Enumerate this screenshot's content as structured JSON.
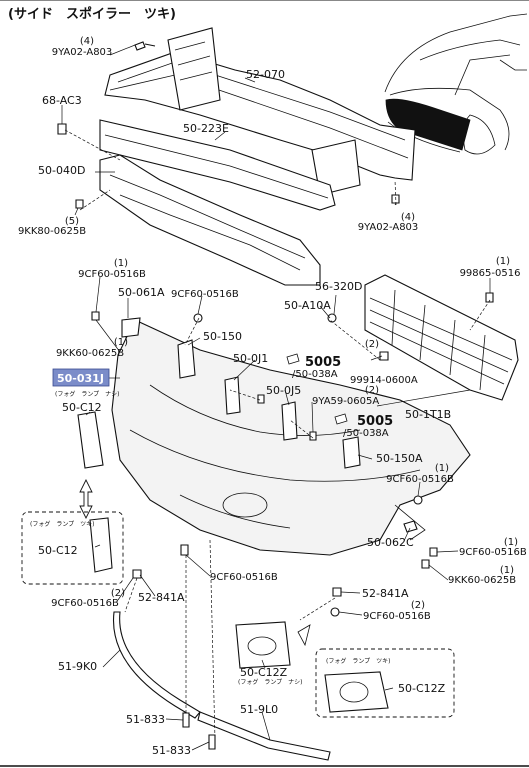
{
  "header": {
    "title": "(サイド　スポイラー　ツキ)"
  },
  "callouts": {
    "c1": {
      "qty": "(4)",
      "code": "9YA02-A803"
    },
    "c2": {
      "code": "52-070"
    },
    "c3": {
      "code": "68-AC3"
    },
    "c4": {
      "code": "50-223E"
    },
    "c5": {
      "code": "50-040D"
    },
    "c6": {
      "qty": "(5)",
      "code": "9KK80-0625B"
    },
    "c7": {
      "qty": "(4)",
      "code": "9YA02-A803"
    },
    "c8": {
      "qty": "(1)",
      "code": "9CF60-0516B"
    },
    "c9": {
      "code": "50-061A"
    },
    "c10": {
      "code": "9CF60-0516B"
    },
    "c11": {
      "code": "56-320D"
    },
    "c12": {
      "qty": "(1)",
      "code": "99865-0516"
    },
    "c13": {
      "code": "50-A10A"
    },
    "c14": {
      "qty": "(1)",
      "code": "9KK60-0625B"
    },
    "c15": {
      "code": "50-150"
    },
    "c16": {
      "code": "50-0J1"
    },
    "c17": {
      "num": "5005",
      "code": "/50-038A"
    },
    "c18": {
      "qty": "(2)",
      "code": "99914-0600A"
    },
    "c19": {
      "code": "50-031J",
      "sub": "(フォグ　ランプ　ナシ)"
    },
    "c20": {
      "code": "50-C12"
    },
    "c21": {
      "code": "50-0J5"
    },
    "c22": {
      "qty": "(2)",
      "code": "9YA59-0605A"
    },
    "c23": {
      "code": "50-1T1B"
    },
    "c24": {
      "num": "5005",
      "code": "/50-038A"
    },
    "c25": {
      "code": "50-150A"
    },
    "c26": {
      "qty": "(1)",
      "code": "9CF60-0516B"
    },
    "c27": {
      "header": "(フォグ　ランプ　ツキ)",
      "code": "50-C12"
    },
    "c28": {
      "code": "50-062C"
    },
    "c29": {
      "qty": "(1)",
      "code": "9CF60-0516B"
    },
    "c30": {
      "code": "9CF60-0516B"
    },
    "c31": {
      "qty": "(1)",
      "code": "9KK60-0625B"
    },
    "c32": {
      "qty": "(2)",
      "code": "9CF60-0516B"
    },
    "c33": {
      "code": "52-841A"
    },
    "c34": {
      "code": "52-841A"
    },
    "c35": {
      "qty": "(2)",
      "code": "9CF60-0516B"
    },
    "c36": {
      "code": "51-9K0"
    },
    "c37": {
      "code": "50-C12Z",
      "sub": "(フォグ　ランプ　ナシ)"
    },
    "c38": {
      "header": "(フォグ　ランプ　ツキ)",
      "code": "50-C12Z"
    },
    "c39": {
      "code": "51-833"
    },
    "c40": {
      "code": "51-9L0"
    },
    "c41": {
      "code": "51-833"
    }
  }
}
